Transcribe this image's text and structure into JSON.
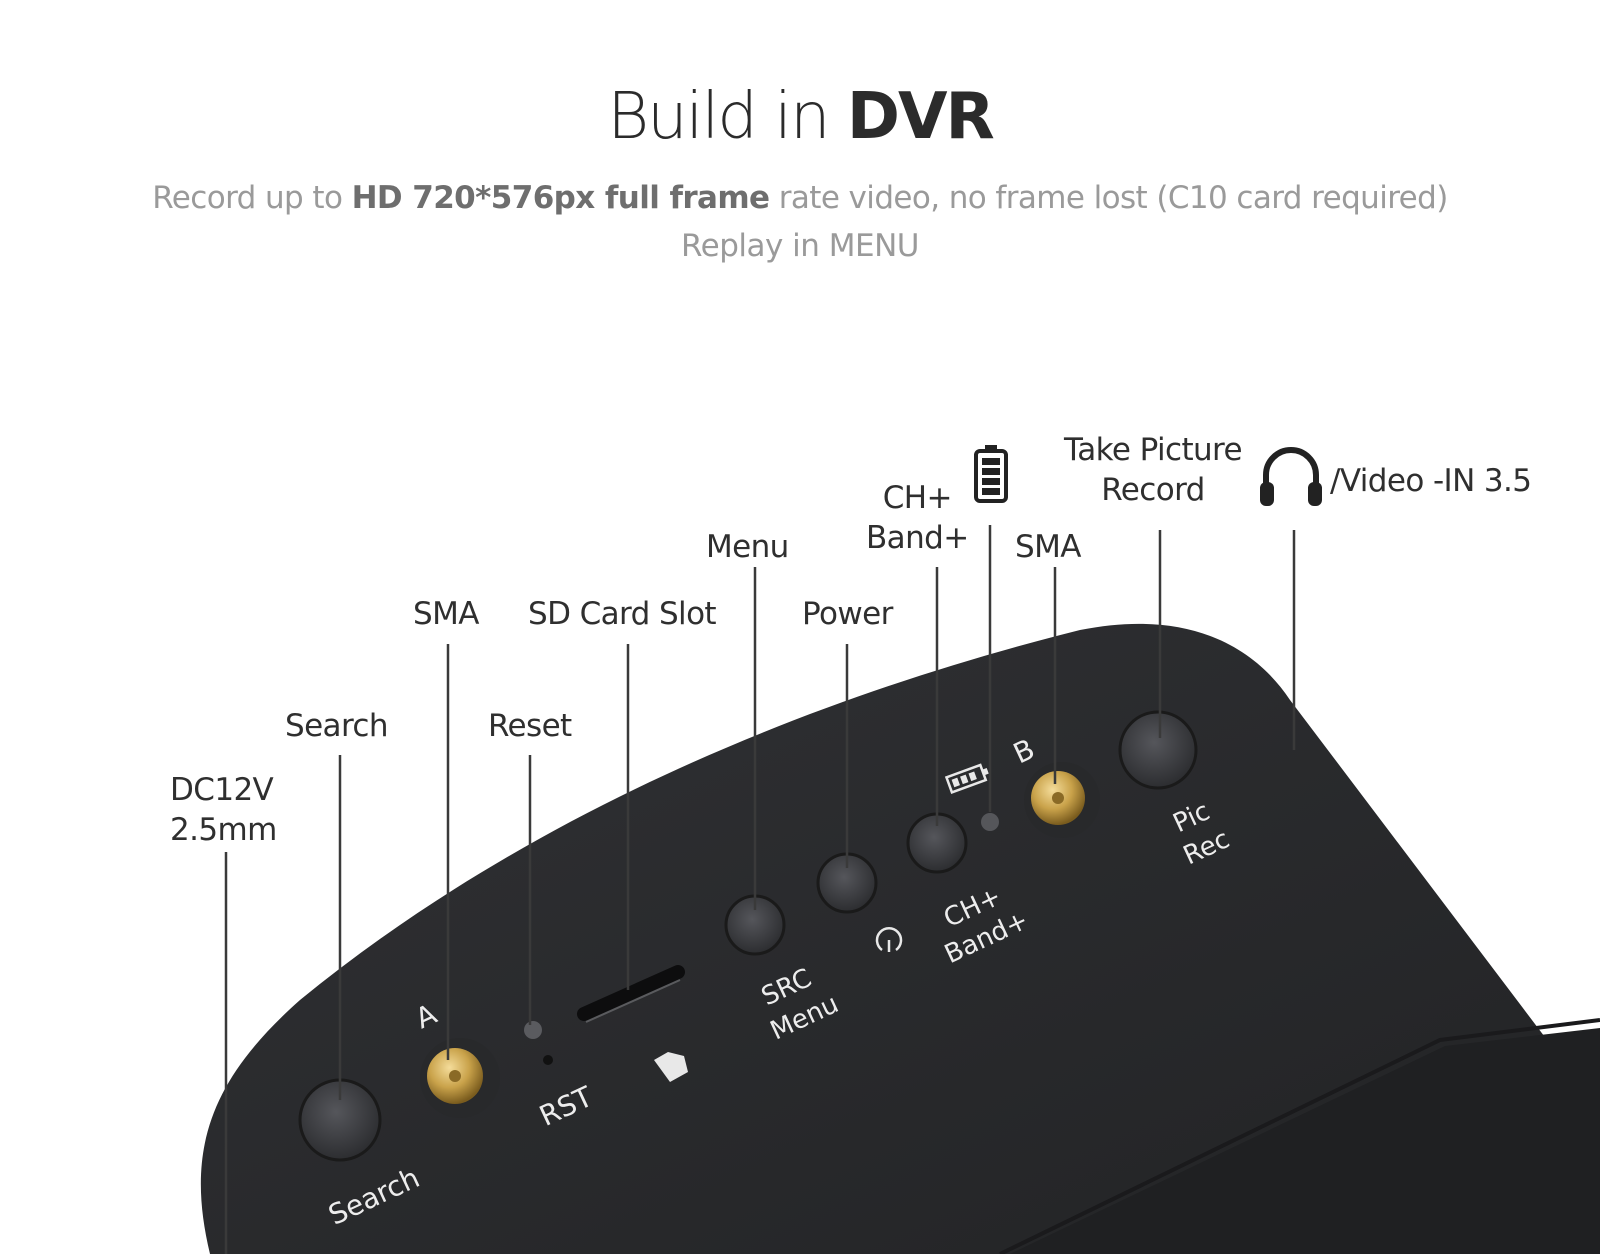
{
  "header": {
    "title_light": "Build in ",
    "title_bold": "DVR",
    "subtitle_pre": "Record up to ",
    "subtitle_bold": "HD 720*576px full frame",
    "subtitle_post": " rate video, no frame lost (C10 card required)",
    "subtitle_line2": "Replay in MENU"
  },
  "callouts": {
    "dc": [
      "DC12V",
      "2.5mm"
    ],
    "search": "Search",
    "sma_a": "SMA",
    "reset": "Reset",
    "sd_card": "SD Card Slot",
    "menu": "Menu",
    "power": "Power",
    "ch_band": [
      "CH+",
      "Band+"
    ],
    "sma_b": "SMA",
    "take_picture": [
      "Take Picture",
      "Record"
    ],
    "video_in": "/Video -IN 3.5"
  },
  "device_print": {
    "search": "Search",
    "a": "A",
    "rst": "RST",
    "src_menu": [
      "SRC",
      "Menu"
    ],
    "ch_band": [
      "CH+",
      "Band+"
    ],
    "b": "B",
    "pic_rec": [
      "Pic",
      "Rec"
    ]
  },
  "colors": {
    "device_body": "#2a2b2d",
    "button": "#3d3e42",
    "sma_gold": "#c9a24a",
    "callout_line": "#3a3a3a"
  },
  "icons": [
    "battery-icon",
    "headphones-icon",
    "power-icon",
    "sd-card-icon",
    "battery-print-icon"
  ]
}
